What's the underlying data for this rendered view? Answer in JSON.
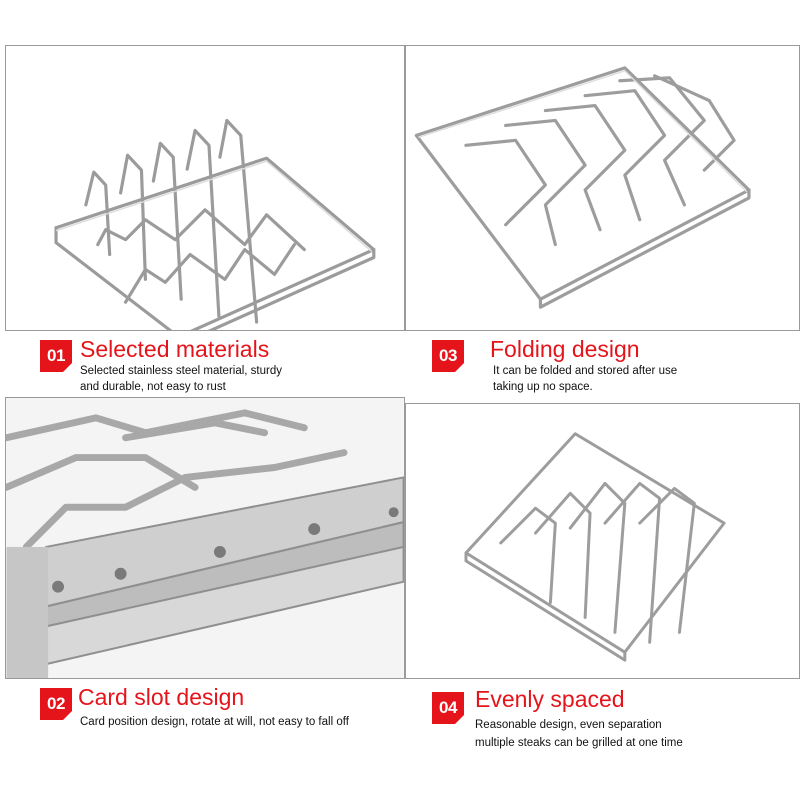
{
  "colors": {
    "accent": "#e5141b",
    "text": "#111111",
    "steel_light": "#e4e4e4",
    "steel_dark": "#8d8d8d",
    "frame_border": "#9a9a9a"
  },
  "features": [
    {
      "number": "01",
      "title": "Selected materials",
      "description_lines": [
        "Selected stainless steel material, sturdy",
        "and durable, not easy to rust"
      ]
    },
    {
      "number": "02",
      "title": "Card slot design",
      "description_lines": [
        "Card position design, rotate at will, not easy to fall off"
      ]
    },
    {
      "number": "03",
      "title": "Folding design",
      "description_lines": [
        "It can be folded and stored after use",
        "taking up no space."
      ]
    },
    {
      "number": "04",
      "title": "Evenly spaced",
      "description_lines": [
        "Reasonable design, even separation",
        "multiple steaks can be grilled at one time"
      ]
    }
  ],
  "images": [
    {
      "depicts": "rib rack upright"
    },
    {
      "depicts": "rib rack folded flat"
    },
    {
      "depicts": "card slot close-up"
    },
    {
      "depicts": "rib rack top view"
    }
  ]
}
